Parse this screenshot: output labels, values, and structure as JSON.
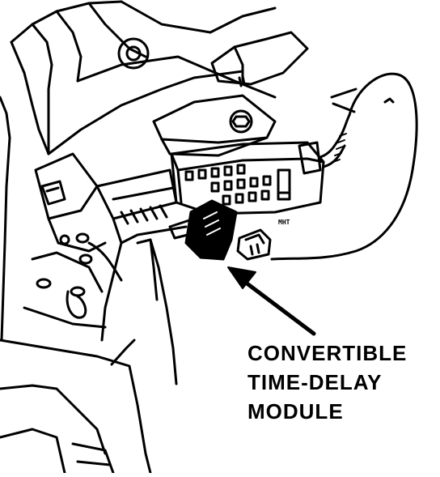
{
  "callout": {
    "line1": "CONVERTIBLE",
    "line2": "TIME-DELAY",
    "line3": "MODULE"
  },
  "small_labels": {
    "connector_mark": "MHT"
  }
}
